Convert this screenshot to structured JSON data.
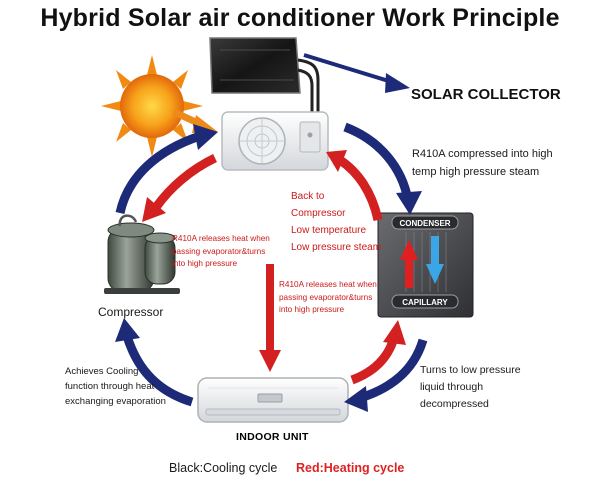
{
  "title": "Hybrid Solar air conditioner Work Principle",
  "labels": {
    "solar_collector": "SOLAR COLLECTOR",
    "r410a_high_line1": "R410A compressed into high",
    "r410a_high_line2": "temp high pressure steam",
    "back_line1": "Back to",
    "back_line2": "Compressor",
    "back_line3": "Low temperature",
    "back_line4": "Low pressure steam",
    "evap_left_line1": "R410A releases heat when",
    "evap_left_line2": "passing evaporator&turns",
    "evap_left_line3": "into high pressure",
    "evap_mid_line1": "R410A releases heat when",
    "evap_mid_line2": "passing evaporator&turns",
    "evap_mid_line3": "into high pressure",
    "compressor": "Compressor",
    "cooling_line1": "Achieves Cooling",
    "cooling_line2": "function through heat",
    "cooling_line3": "exchanging evaporation",
    "low_pressure_line1": "Turns to low pressure",
    "low_pressure_line2": "liquid through",
    "low_pressure_line3": "decompressed",
    "indoor_unit": "INDOOR UNIT",
    "condenser": "CONDENSER",
    "capillary": "CAPILLARY"
  },
  "legend": {
    "black": "Black:Cooling cycle",
    "red": "Red:Heating cycle"
  },
  "colors": {
    "cooling_arrow": "#1d2a78",
    "heating_arrow": "#d32020",
    "sun": "#f08a10",
    "heating_text": "#cc1a1a"
  }
}
